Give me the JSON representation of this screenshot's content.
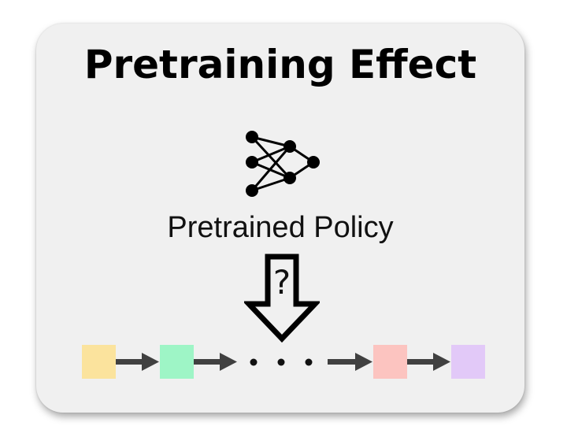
{
  "title": "Pretraining Effect",
  "policy_label": "Pretrained Policy",
  "arrow_label": "?",
  "icons": {
    "network": "neural-network-icon",
    "down_arrow": "hollow-down-arrow-icon",
    "chain_arrow": "right-arrow-icon",
    "ellipsis": "ellipsis-dots"
  },
  "colors": {
    "card_bg": "#f0f0f0",
    "stage_colors": [
      "#fbe39d",
      "#9ef5c6",
      "#fcc4c0",
      "#e2c9f8"
    ],
    "arrow": "#404040"
  }
}
